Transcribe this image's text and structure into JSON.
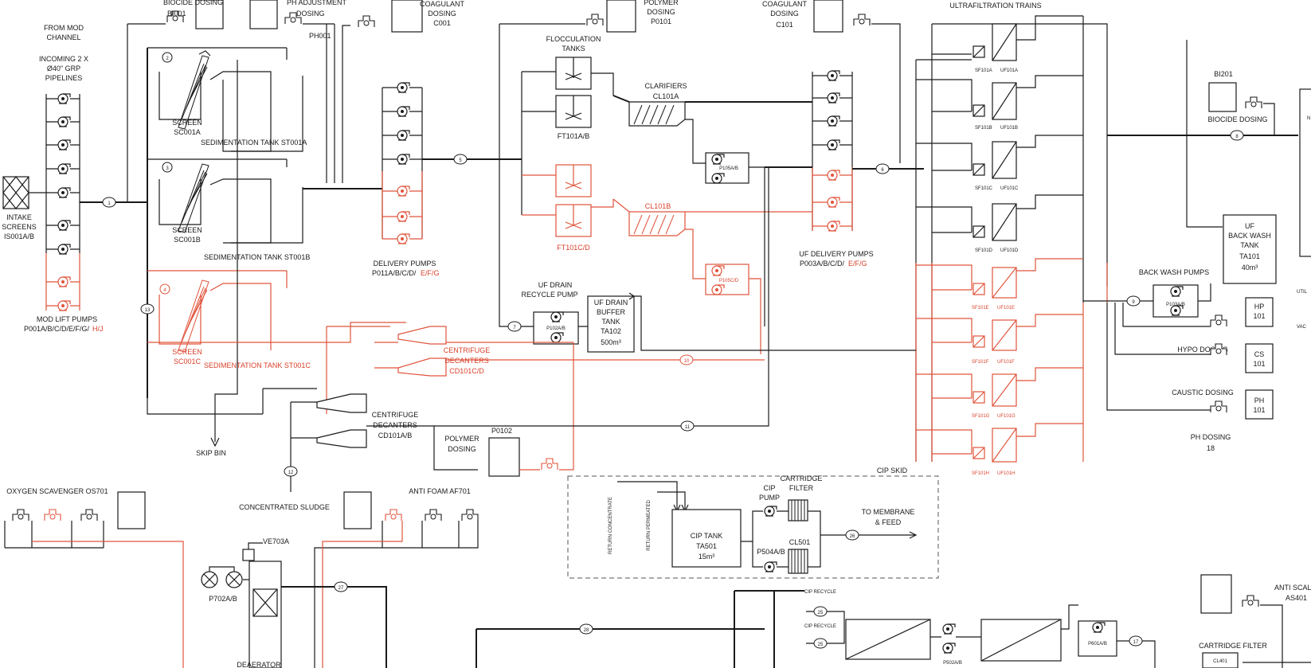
{
  "labels": {
    "biocide_dosing_top": "BIOCIDE DOSING",
    "bi001": "BI001",
    "ph_adjustment": "PH ADJUSTMENT",
    "dosing": "DOSING",
    "ph001": "PH001",
    "coagulant": "COAGULANT",
    "c001": "C001",
    "polymer": "POLYMER",
    "p0101": "P0101",
    "c101": "C101",
    "ultrafiltration_trains": "ULTRAFILTRATION TRAINS",
    "from_mod": "FROM MOD",
    "channel": "CHANNEL",
    "incoming": "INCOMING 2 X",
    "dia40": "Ø40\" GRP",
    "pipelines": "PIPELINES",
    "intake": "INTAKE",
    "screens": "SCREENS",
    "is001": "IS001A/B",
    "mod_lift_pumps": "MOD LIFT PUMPS",
    "p001_black": "P001A/B/C/D/E/F/G/",
    "p001_red": "H/J",
    "screen": "SCREEN",
    "sc001a": "SC001A",
    "sc001b": "SC001B",
    "sc001c": "SC001C",
    "sed_a": "SEDIMENTATION TANK ST001A",
    "sed_b": "SEDIMENTATION TANK ST001B",
    "sed_c": "SEDIMENTATION TANK ST001C",
    "delivery_pumps": "DELIVERY PUMPS",
    "p011_black": "P011A/B/C/D/",
    "p011_red": "E/F/G",
    "flocculation": "FLOCCULATION",
    "tanks": "TANKS",
    "ft101ab": "FT101A/B",
    "ft101cd": "FT101C/D",
    "clarifiers": "CLARIFIERS",
    "cl101a": "CL101A",
    "cl101b": "CL101B",
    "p105ab": "P105A/B",
    "p105cd": "P105C/D",
    "uf_delivery_pumps": "UF DELIVERY PUMPS",
    "p003_black": "P003A/B/C/D/",
    "p003_red": "E/F/G",
    "uf_drain": "UF DRAIN",
    "recycle_pump": "RECYCLE PUMP",
    "p102ab": "P102A/B",
    "buffer": "BUFFER",
    "tank": "TANK",
    "ta102": "TA102",
    "m500": "500m³",
    "centrifuge": "CENTRIFUGE",
    "decanters": "DECANTERS",
    "cd101cd": "CD101C/D",
    "cd101ab": "CD101A/B",
    "skip_bin": "SKIP BIN",
    "p0102": "P0102",
    "oxygen_scavenger": "OXYGEN SCAVENGER OS701",
    "concentrated_sludge": "CONCENTRATED SLUDGE",
    "anti_foam": "ANTI FOAM  AF701",
    "ve703a": "VE703A",
    "p702ab": "P702A/B",
    "deaerator": "DEAERATOR",
    "cip_skid": "CIP SKID",
    "return_concentrate": "RETURN CONCENTRATE",
    "return_permeated": "RETURN PERMEATED",
    "cip_tank": "CIP TANK",
    "ta501": "TA501",
    "m15": "15m³",
    "cip": "CIP",
    "pump": "PUMP",
    "cartridge": "CARTRIDGE",
    "filter": "FILTER",
    "p504ab": "P504A/B",
    "cl501": "CL501",
    "to_membrane": "TO MEMBRANE",
    "and_feed": "& FEED",
    "cip_recycle": "CIP RECYCLE",
    "p502ab": "P502A/B",
    "p601ab": "P601A/B",
    "cartridge_filter": "CARTRIDGE FILTER",
    "cl401": "CL401",
    "anti_scalant": "ANTI SCALANT D",
    "as401": "AS401",
    "bi201": "BI201",
    "biocide_dosing": "BIOCIDE DOSING",
    "uf": "UF",
    "back_wash": "BACK WASH",
    "ta101": "TA101",
    "m40": "40m³",
    "back_wash_pumps": "BACK WASH PUMPS",
    "p103ab": "P103A/B",
    "hp": "HP",
    "cs": "CS",
    "ph": "PH",
    "n101": "101",
    "hypo_dosing": "HYPO DOSING",
    "caustic_dosing": "CAUSTIC DOSING",
    "ph_dosing": "PH DOSING",
    "n18": "18",
    "edge_n": "N",
    "edge_uti": "UTIL",
    "edge_va": "VAC"
  },
  "uf_trains": [
    {
      "sf": "SF101A",
      "uf": "UF101A"
    },
    {
      "sf": "SF101B",
      "uf": "UF101B"
    },
    {
      "sf": "SF101C",
      "uf": "UF101C"
    },
    {
      "sf": "SF101D",
      "uf": "UF101D"
    },
    {
      "sf": "SF101E",
      "uf": "UF101E"
    },
    {
      "sf": "SF101F",
      "uf": "UF101F"
    },
    {
      "sf": "SF101G",
      "uf": "UF101G"
    },
    {
      "sf": "SF101H",
      "uf": "UF101H"
    }
  ],
  "stream_tags": [
    "1",
    "2",
    "3",
    "4",
    "5",
    "6",
    "7",
    "8",
    "9",
    "10",
    "11",
    "12",
    "13",
    "17",
    "25",
    "26",
    "27",
    "28"
  ],
  "colors": {
    "existing": "#1a1a1a",
    "future": "#e0533b"
  }
}
